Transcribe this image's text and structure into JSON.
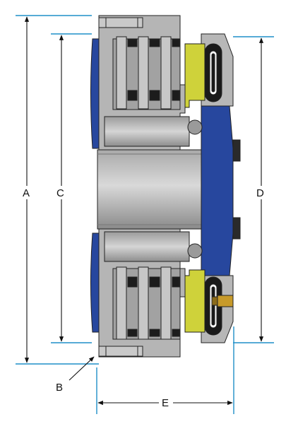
{
  "labels": {
    "A": "A",
    "B": "B",
    "C": "C",
    "D": "D",
    "E": "E"
  },
  "colors": {
    "dimension_line": "#1e8fc8",
    "arrow": "#111111",
    "steel": "#b7b7b7",
    "steel_dark": "#8f8f8f",
    "outline": "#222222",
    "blue": "#27479e",
    "yellow": "#cfd23a",
    "brass": "#c79a2a"
  },
  "icons": [
    "arrow-head-icon",
    "leader-arrow-icon"
  ]
}
